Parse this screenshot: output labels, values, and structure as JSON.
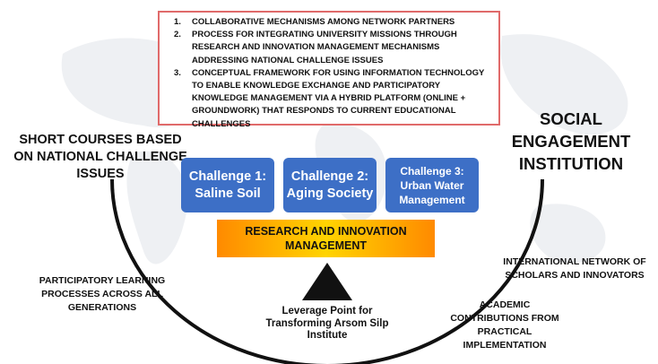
{
  "objectives": [
    {
      "num": "1.",
      "text": "COLLABORATIVE MECHANISMS AMONG NETWORK PARTNERS"
    },
    {
      "num": "2.",
      "text": "PROCESS FOR INTEGRATING UNIVERSITY MISSIONS THROUGH RESEARCH AND INNOVATION MANAGEMENT MECHANISMS ADDRESSING NATIONAL CHALLENGE ISSUES"
    },
    {
      "num": "3.",
      "text": "CONCEPTUAL FRAMEWORK FOR USING INFORMATION TECHNOLOGY TO ENABLE KNOWLEDGE EXCHANGE AND PARTICIPATORY KNOWLEDGE MANAGEMENT VIA A HYBRID PLATFORM (ONLINE + GROUNDWORK) THAT RESPONDS TO CURRENT EDUCATIONAL CHALLENGES"
    }
  ],
  "left_title": "SHORT COURSES BASED ON NATIONAL CHALLENGE ISSUES",
  "right_title": "SOCIAL ENGAGEMENT INSTITUTION",
  "challenges": [
    {
      "label": "Challenge 1:",
      "topic": "Saline Soil"
    },
    {
      "label": "Challenge 2:",
      "topic": "Aging Society"
    },
    {
      "label": "Challenge 3:",
      "topic": "Urban Water Management"
    }
  ],
  "rim_label": "RESEARCH AND INNOVATION MANAGEMENT",
  "leverage_label": "Leverage Point for Transforming Arsom Silp Institute",
  "note_left": "PARTICIPATORY LEARNING PROCESSES ACROSS ALL GENERATIONS",
  "note_right_top": "INTERNATIONAL NETWORK OF SCHOLARS AND INNOVATORS",
  "note_right_bottom": "ACADEMIC CONTRIBUTIONS FROM PRACTICAL IMPLEMENTATION",
  "colors": {
    "challenge_box": "#3d6fc6",
    "topbox_border": "#e06a6a",
    "rim_gradient": [
      "#ff8a00",
      "#ffd400"
    ],
    "arc": "#111111"
  }
}
